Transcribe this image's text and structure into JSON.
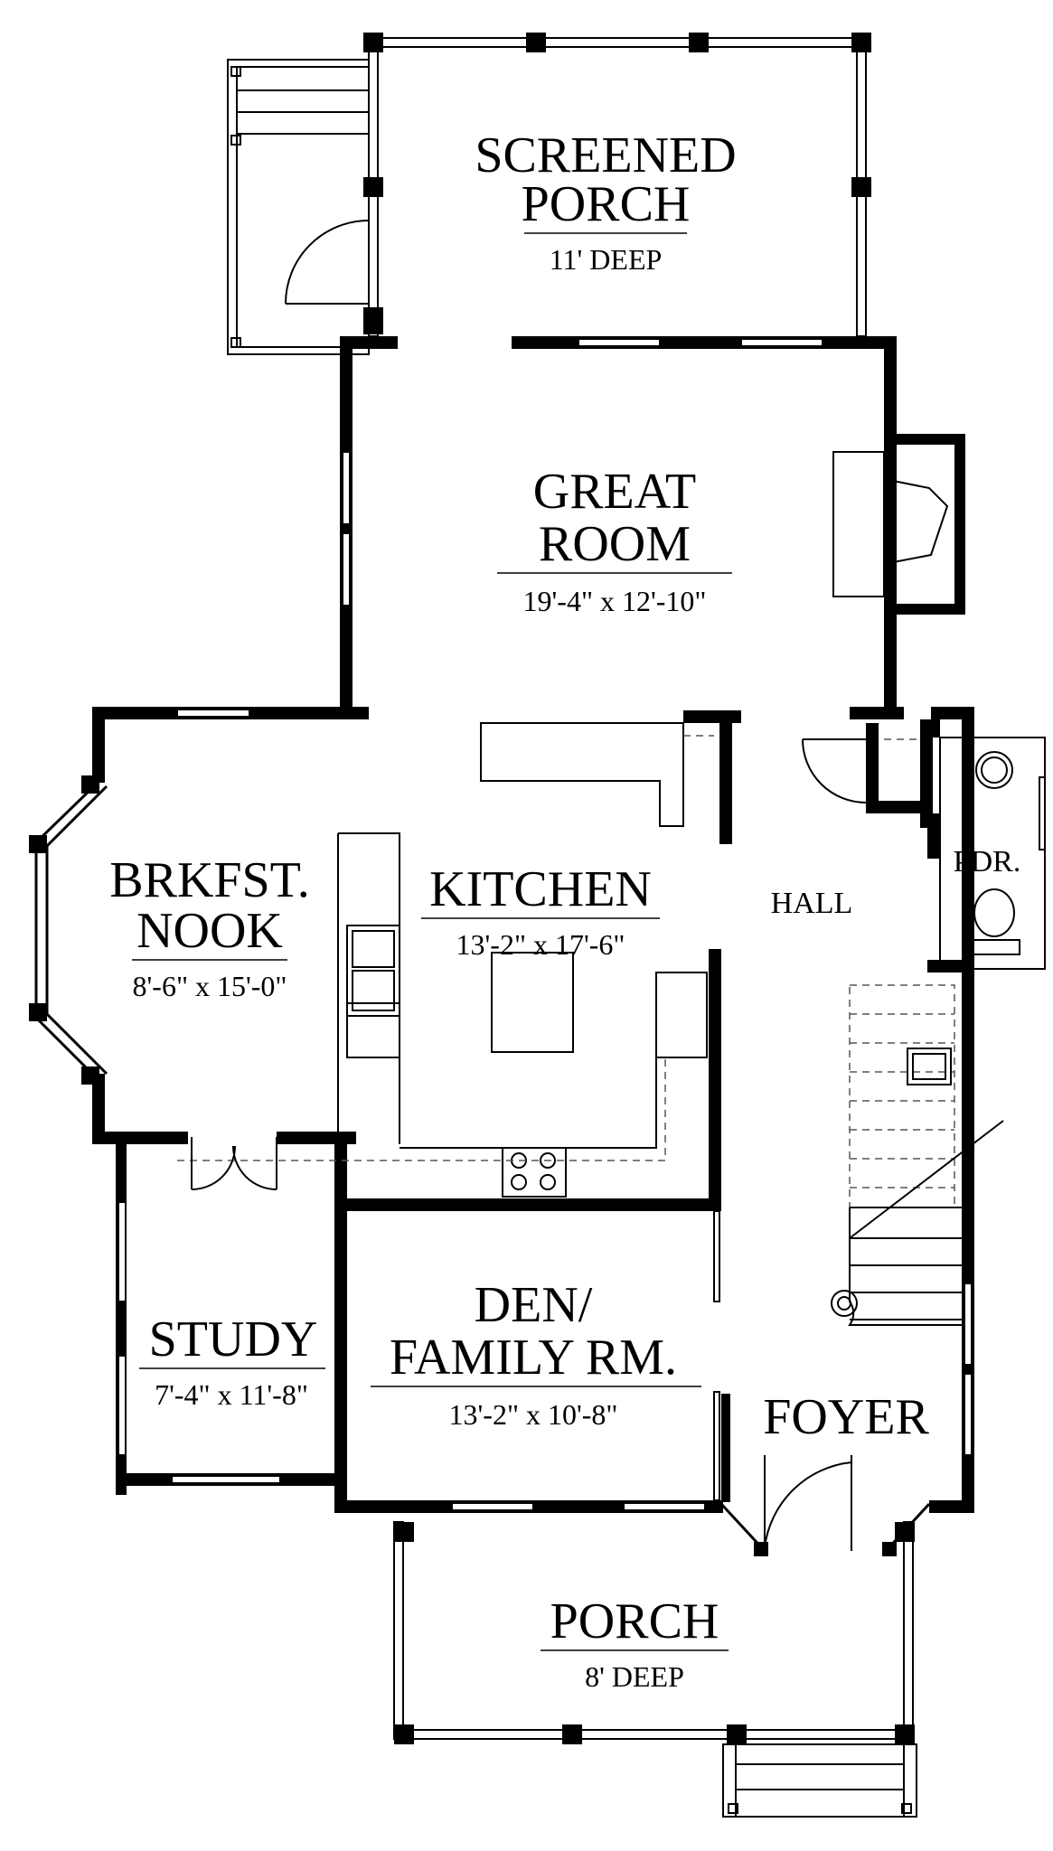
{
  "rooms": {
    "screened_porch": {
      "line1": "SCREENED",
      "line2": "PORCH",
      "dim": "11' DEEP"
    },
    "great_room": {
      "line1": "GREAT",
      "line2": "ROOM",
      "dim": "19'-4\" x 12'-10\""
    },
    "kitchen": {
      "name": "KITCHEN",
      "dim": "13'-2\" x 17'-6\""
    },
    "breakfast_nook": {
      "line1": "BRKFST.",
      "line2": "NOOK",
      "dim": "8'-6\" x 15'-0\""
    },
    "hall": {
      "name": "HALL"
    },
    "powder": {
      "name": "PDR."
    },
    "study": {
      "name": "STUDY",
      "dim": "7'-4\" x 11'-8\""
    },
    "den": {
      "line1": "DEN/",
      "line2": "FAMILY RM.",
      "dim": "13'-2\" x 10'-8\""
    },
    "foyer": {
      "name": "FOYER"
    },
    "porch": {
      "name": "PORCH",
      "dim": "8' DEEP"
    }
  },
  "colors": {
    "line": "#000000",
    "background": "#ffffff"
  }
}
